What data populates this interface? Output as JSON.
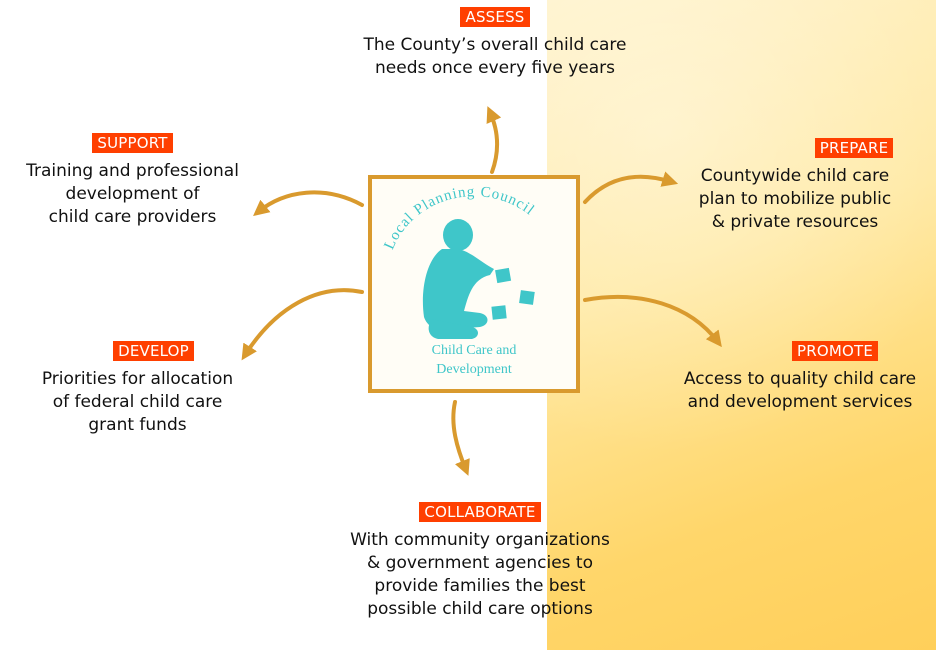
{
  "items": [
    {
      "id": "assess",
      "tag": "ASSESS",
      "desc": [
        "The County’s overall child care",
        "needs once every five years"
      ]
    },
    {
      "id": "support",
      "tag": "SUPPORT",
      "desc": [
        "Training and professional",
        "development of",
        "child care providers"
      ]
    },
    {
      "id": "prepare",
      "tag": "PREPARE",
      "desc": [
        "Countywide child care",
        "plan to mobilize public",
        "& private resources"
      ]
    },
    {
      "id": "develop",
      "tag": "DEVELOP",
      "desc": [
        "Priorities for allocation",
        "of federal child care",
        "grant funds"
      ]
    },
    {
      "id": "promote",
      "tag": "PROMOTE",
      "desc": [
        "Access to quality child care",
        "and development services"
      ]
    },
    {
      "id": "collaborate",
      "tag": "COLLABORATE",
      "desc": [
        "With community organizations",
        "& government agencies to",
        "provide families the best",
        "possible child care options"
      ]
    }
  ],
  "logo": {
    "arc_text": "Local Planning Council",
    "line1": "Child Care and",
    "line2": "Development"
  },
  "colors": {
    "tag_bg": "#ff3f00",
    "arrow": "#d99a2e",
    "logo_teal": "#3fc6c9"
  }
}
